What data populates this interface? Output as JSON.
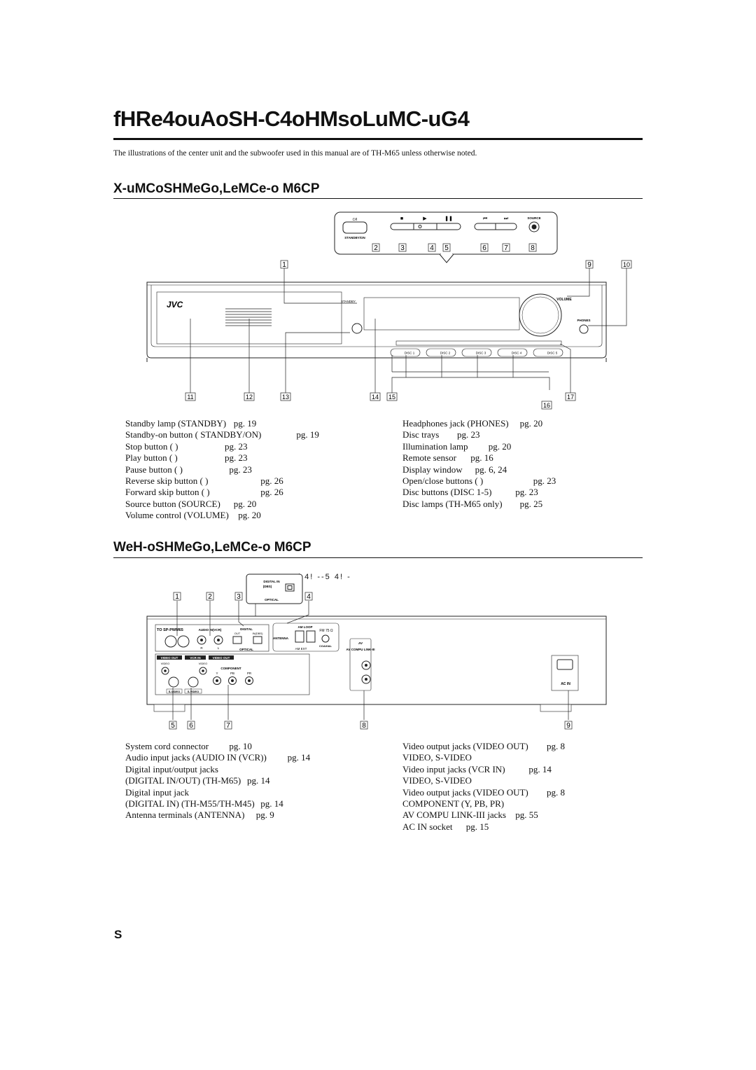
{
  "page": {
    "title": "fHRe4ouAoSH-C4oHMsoLuMC-uG4",
    "intro": "The illustrations of the center unit and the subwoofer used in this manual are of TH-M65 unless otherwise noted.",
    "page_number": "S"
  },
  "front": {
    "heading": "X-uMCoSHMeGo,LeMCe-o M6CP",
    "callouts_top": [
      "2",
      "3",
      "4",
      "5",
      "6",
      "7",
      "8"
    ],
    "callouts_mid": [
      "1",
      "9",
      "10"
    ],
    "callouts_bottom": [
      "11",
      "12",
      "13",
      "14",
      "15",
      "16",
      "17"
    ],
    "panel_labels": {
      "standby_on": "STANDBY/ON",
      "source": "SOURCE",
      "standby": "STANDBY",
      "volume": "VOLUME",
      "phones": "PHONES",
      "brand": "JVC",
      "discs": [
        "DISC 1",
        "DISC 2",
        "DISC 3",
        "DISC 4",
        "DISC 5"
      ]
    },
    "left_list": [
      {
        "label": "Standby lamp (STANDBY)",
        "page": "pg. 19"
      },
      {
        "label": "Standby-on button (",
        "label2": "STANDBY/ON)",
        "page": "pg. 19"
      },
      {
        "label": "Stop button (",
        "label2": ")",
        "page": "pg. 23"
      },
      {
        "label": "Play button (",
        "label2": ")",
        "page": "pg. 23"
      },
      {
        "label": "Pause button (",
        "label2": ")",
        "page": "pg. 23"
      },
      {
        "label": "Reverse skip button (",
        "label2": ")",
        "page": "pg. 26"
      },
      {
        "label": "Forward skip button (",
        "label2": ")",
        "page": "pg. 26"
      },
      {
        "label": "Source button (SOURCE)",
        "page": "pg. 20"
      },
      {
        "label": "Volume control (VOLUME)",
        "page": "pg. 20"
      }
    ],
    "right_list": [
      {
        "label": "Headphones jack (PHONES)",
        "page": "pg. 20"
      },
      {
        "label": "Disc trays",
        "page": "pg. 23"
      },
      {
        "label": "Illumination lamp",
        "page": "pg. 20"
      },
      {
        "label": "Remote sensor",
        "page": "pg. 16"
      },
      {
        "label": "Display window",
        "page": "pg. 6, 24"
      },
      {
        "label": "Open/close buttons (",
        "label2": ")",
        "page": "pg. 23"
      },
      {
        "label": "Disc buttons (DISC 1-5)",
        "page": "pg. 23"
      },
      {
        "label": "Disc lamps (TH-M65 only)",
        "page": "pg. 25"
      }
    ]
  },
  "rear": {
    "heading": "WeH-oSHMeGo,LeMCe-o M6CP",
    "top_note": "/ 4! --5 4! -",
    "callouts_top": [
      "1",
      "2",
      "3",
      "4"
    ],
    "callouts_bottom": [
      "5",
      "6",
      "7",
      "8",
      "9"
    ],
    "panel_labels": {
      "digital_in": "DIGITAL IN",
      "dbs": "(DBS)",
      "optical": "OPTICAL",
      "to_sp": "TO SP-PWM65",
      "audio_in": "AUDIO IN(VCR)",
      "digital": "DIGITAL",
      "out": "OUT",
      "in_dbs": "IN(DBS)",
      "am_loop": "AM LOOP",
      "fm": "FM 75 Ω",
      "antenna": "ANTENNA",
      "coaxial": "COAXIAL",
      "am_ext": "AM EXT",
      "av_compu": "AV COMPU LINK-III",
      "video_out": "VIDEO OUT",
      "vcr_in": "VCR IN",
      "video": "VIDEO",
      "component": "COMPONENT",
      "y": "Y",
      "pb": "PB",
      "pr": "PR",
      "s_video": "S-VIDEO",
      "ac_in": "AC IN",
      "l": "L",
      "r": "R"
    },
    "left_list": [
      {
        "label": "System cord connector",
        "page": "pg. 10"
      },
      {
        "label": "Audio input jacks (AUDIO IN (VCR))",
        "page": "pg. 14"
      },
      {
        "label": "Digital input/output jacks",
        "page": ""
      },
      {
        "label": "(DIGITAL IN/OUT) (TH-M65)",
        "page": "pg. 14"
      },
      {
        "label": "Digital input jack",
        "page": ""
      },
      {
        "label": "(DIGITAL IN) (TH-M55/TH-M45)",
        "page": "pg. 14"
      },
      {
        "label": "Antenna terminals (ANTENNA)",
        "page": "pg. 9"
      }
    ],
    "right_list": [
      {
        "label": "Video output jacks (VIDEO OUT)",
        "page": "pg. 8"
      },
      {
        "label": "VIDEO, S-VIDEO",
        "page": ""
      },
      {
        "label": "Video input jacks (VCR IN)",
        "page": "pg. 14"
      },
      {
        "label": "VIDEO, S-VIDEO",
        "page": ""
      },
      {
        "label": "Video output jacks (VIDEO OUT)",
        "page": "pg. 8"
      },
      {
        "label": "COMPONENT (Y, PB, PR)",
        "page": ""
      },
      {
        "label": "AV COMPU LINK-III jacks",
        "page": "pg. 55"
      },
      {
        "label": "AC IN socket",
        "page": "pg. 15"
      }
    ]
  }
}
